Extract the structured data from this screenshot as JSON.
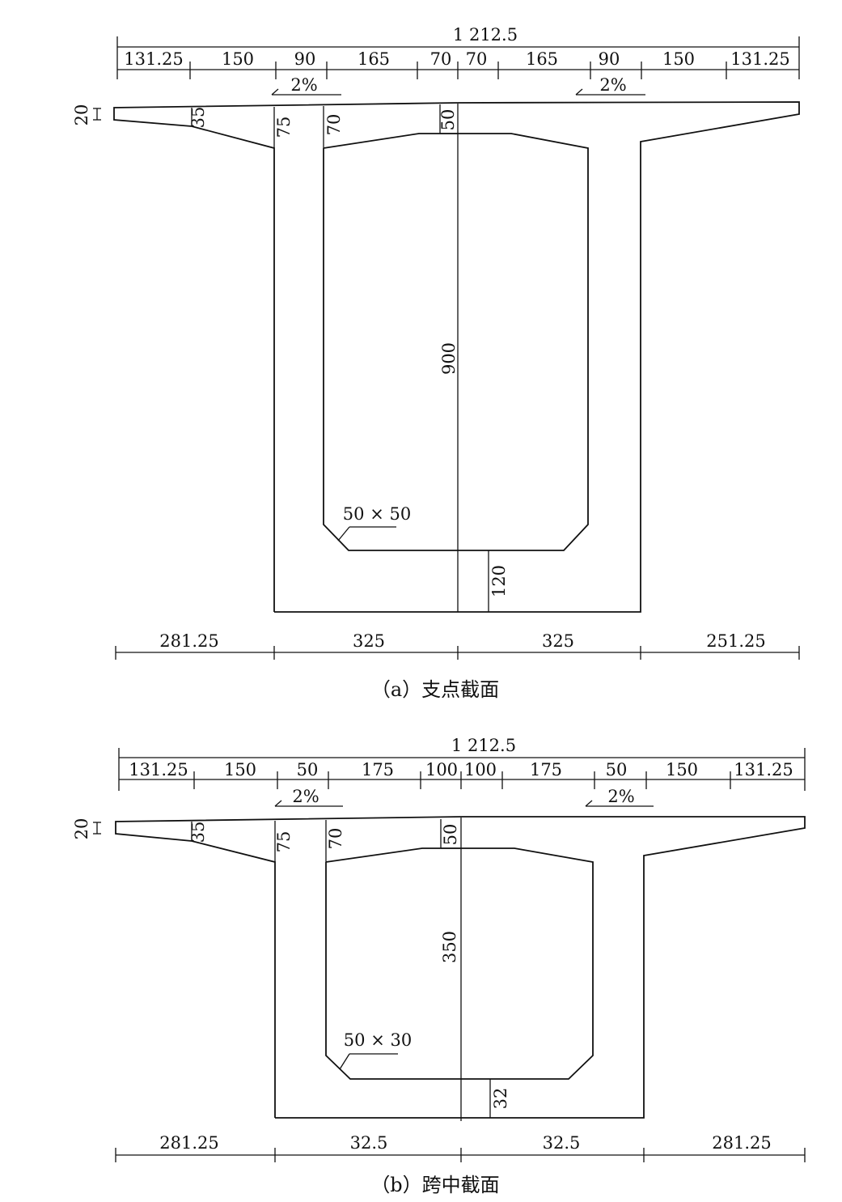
{
  "sections": [
    {
      "id": "a",
      "caption": "（a）支点截面",
      "overall_width": "1 212.5",
      "top_dims": [
        "131.25",
        "150",
        "90",
        "165",
        "70",
        "70",
        "165",
        "90",
        "150",
        "131.25"
      ],
      "slope_left": "2%",
      "slope_right": "2%",
      "flange_tip": "20",
      "flange_root": "35",
      "web_top_outer": "75",
      "web_top_inner": "70",
      "top_slab": "50",
      "height": "900",
      "chamfer": "50 × 50",
      "bottom_slab": "120",
      "bottom_dims": [
        "281.25",
        "325",
        "325",
        "251.25"
      ]
    },
    {
      "id": "b",
      "caption": "（b）跨中截面",
      "overall_width": "1 212.5",
      "top_dims": [
        "131.25",
        "150",
        "50",
        "175",
        "100",
        "100",
        "175",
        "50",
        "150",
        "131.25"
      ],
      "slope_left": "2%",
      "slope_right": "2%",
      "flange_tip": "20",
      "flange_root": "35",
      "web_top_outer": "75",
      "web_top_inner": "70",
      "top_slab": "50",
      "height": "350",
      "chamfer": "50 × 30",
      "bottom_slab": "32",
      "bottom_dims": [
        "281.25",
        "32.5",
        "32.5",
        "281.25"
      ]
    }
  ]
}
